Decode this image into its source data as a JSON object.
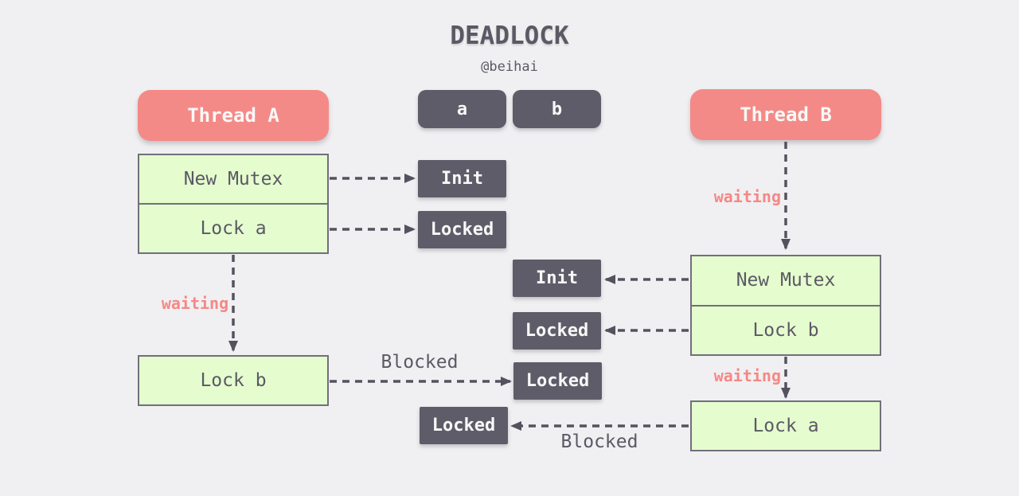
{
  "title": "DEADLOCK",
  "subtitle": "@beihai",
  "colors": {
    "background": "#f0f0f2",
    "thread_fill": "#f48a87",
    "dark_fill": "#5f5c6a",
    "step_fill": "#e5fccf",
    "step_border": "#716f7c",
    "text_dark": "#5b5964",
    "text_light": "#f8f8f7",
    "waiting_text": "#f58886",
    "arrow": "#55525e"
  },
  "threads": {
    "a": {
      "label": "Thread A",
      "steps": [
        "New Mutex",
        "Lock a"
      ],
      "blocked_step": "Lock b"
    },
    "b": {
      "label": "Thread B",
      "steps": [
        "New Mutex",
        "Lock b"
      ],
      "blocked_step": "Lock a"
    }
  },
  "mutexes": {
    "a": {
      "label": "a",
      "states": [
        "Init",
        "Locked"
      ],
      "blocked_state": "Locked"
    },
    "b": {
      "label": "b",
      "states": [
        "Init",
        "Locked"
      ],
      "blocked_state": "Locked"
    }
  },
  "annotations": {
    "waiting": "waiting",
    "blocked": "Blocked"
  }
}
